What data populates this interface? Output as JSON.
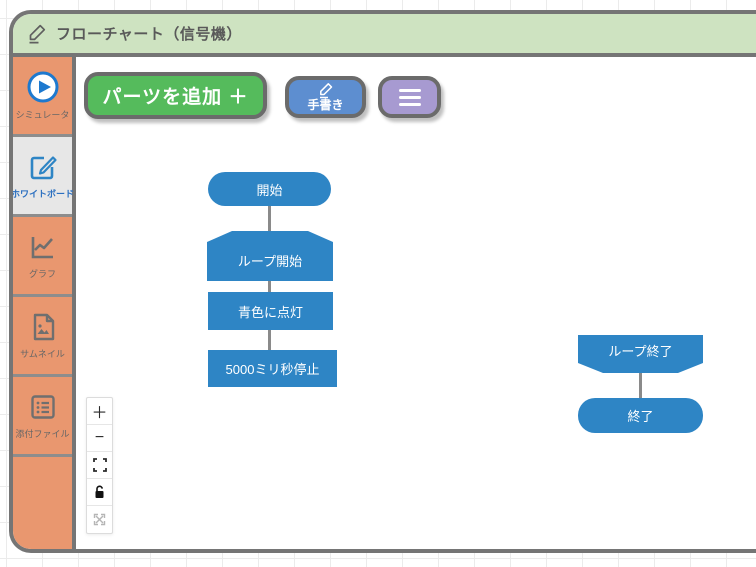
{
  "window": {
    "title": "フローチャート（信号機）"
  },
  "sidebar": {
    "items": [
      {
        "label": "シミュレータ",
        "icon": "play-circle-icon",
        "active": false
      },
      {
        "label": "ホワイトボード",
        "icon": "whiteboard-icon",
        "active": true
      },
      {
        "label": "グラフ",
        "icon": "line-chart-icon",
        "active": false
      },
      {
        "label": "サムネイル",
        "icon": "thumbnail-icon",
        "active": false
      },
      {
        "label": "添付ファイル",
        "icon": "attachment-list-icon",
        "active": false
      }
    ]
  },
  "toolbar": {
    "add_parts_label": "パーツを追加 ＋",
    "handwriting_label": "手書き"
  },
  "flowchart": {
    "nodes": [
      {
        "label": "開始",
        "type": "terminal"
      },
      {
        "label": "ループ開始",
        "type": "loop-start"
      },
      {
        "label": "青色に点灯",
        "type": "process"
      },
      {
        "label": "5000ミリ秒停止",
        "type": "process"
      },
      {
        "label": "ループ終了",
        "type": "loop-end"
      },
      {
        "label": "終了",
        "type": "terminal"
      }
    ]
  },
  "zoom_controls": {
    "zoom_in_label": "＋",
    "zoom_out_label": "−"
  },
  "colors": {
    "header_green": "#cee3c1",
    "sidebar_salmon": "#e9976f",
    "window_border": "#757575",
    "node_blue": "#2e85c5",
    "button_green": "#55bb5c",
    "button_blue": "#5d8ed0",
    "button_purple": "#a79ad1",
    "connector_gray": "#8a8a8a",
    "active_item_bg": "#e7e7e7",
    "active_item_text": "#2a6fc0"
  }
}
